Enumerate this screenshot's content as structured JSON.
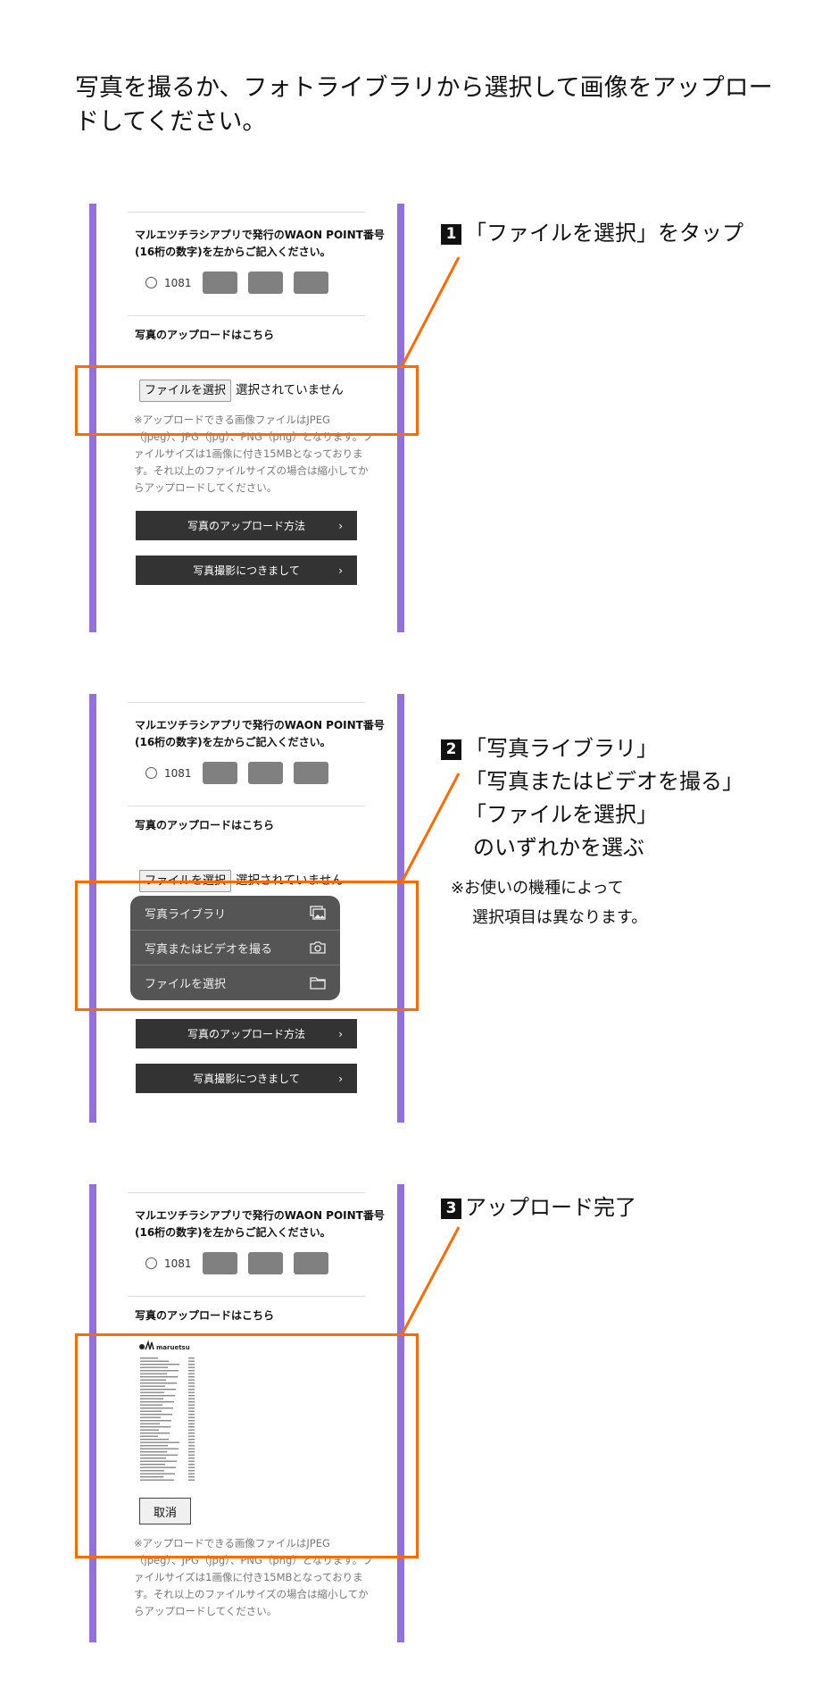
{
  "intro": "写真を撮るか、フォトライブラリから選択して画像をアップロードしてください。",
  "form": {
    "heading": "マルエツチラシアプリで発行のWAON POINT番号(16桁の数字)を左からご記入ください。",
    "prefix": "1081",
    "upload_heading": "写真のアップロードはこちら",
    "file_button": "ファイルを選択",
    "no_file": "選択されていません",
    "note": "※アップロードできる画像ファイルはJPEG（jpeg）、JPG（jpg）、PNG（png）となります。ファイルサイズは1画像に付き15MBとなっております。それ以上のファイルサイズの場合は縮小してからアップロードしてください。",
    "btn_howto": "写真のアップロード方法",
    "btn_about": "写真撮影につきまして",
    "chevron": "›",
    "cancel": "取消"
  },
  "menu": {
    "items": [
      {
        "label": "写真ライブラリ",
        "icon": "photo-library-icon"
      },
      {
        "label": "写真またはビデオを撮る",
        "icon": "camera-icon"
      },
      {
        "label": "ファイルを選択",
        "icon": "folder-icon"
      }
    ]
  },
  "receipt": {
    "brand": "maruetsu"
  },
  "steps": [
    {
      "num": "1",
      "lines": [
        "「ファイルを選択」をタップ"
      ]
    },
    {
      "num": "2",
      "lines": [
        "「写真ライブラリ」",
        "「写真またはビデオを撮る」",
        "「ファイルを選択」",
        "のいずれかを選ぶ"
      ],
      "note": [
        "※お使いの機種によって",
        "選択項目は異なります。"
      ]
    },
    {
      "num": "3",
      "lines": [
        "アップロード完了"
      ]
    }
  ],
  "colors": {
    "accent": "#ff6a00",
    "frame": "#9370db",
    "button": "#333333"
  }
}
